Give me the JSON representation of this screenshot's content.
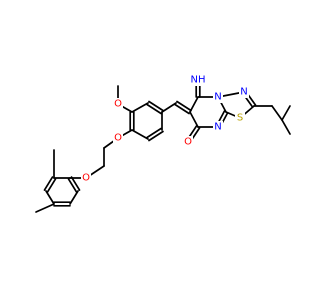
{
  "structure": {
    "colors": {
      "bond": "#000000",
      "oxygen": "#ff0000",
      "nitrogen": "#0000ff",
      "sulfur": "#b8a000",
      "carbon": "#000000"
    },
    "atom_labels": [
      {
        "id": "O1",
        "text": "O",
        "element": "oxygen"
      },
      {
        "id": "O2",
        "text": "O",
        "element": "oxygen"
      },
      {
        "id": "O3",
        "text": "O",
        "element": "oxygen"
      },
      {
        "id": "O4",
        "text": "O",
        "element": "oxygen"
      },
      {
        "id": "NH",
        "text": "NH",
        "element": "nitrogen"
      },
      {
        "id": "N1",
        "text": "N",
        "element": "nitrogen"
      },
      {
        "id": "N2",
        "text": "N",
        "element": "nitrogen"
      },
      {
        "id": "N3",
        "text": "N",
        "element": "nitrogen"
      },
      {
        "id": "S1",
        "text": "S",
        "element": "sulfur"
      }
    ]
  }
}
